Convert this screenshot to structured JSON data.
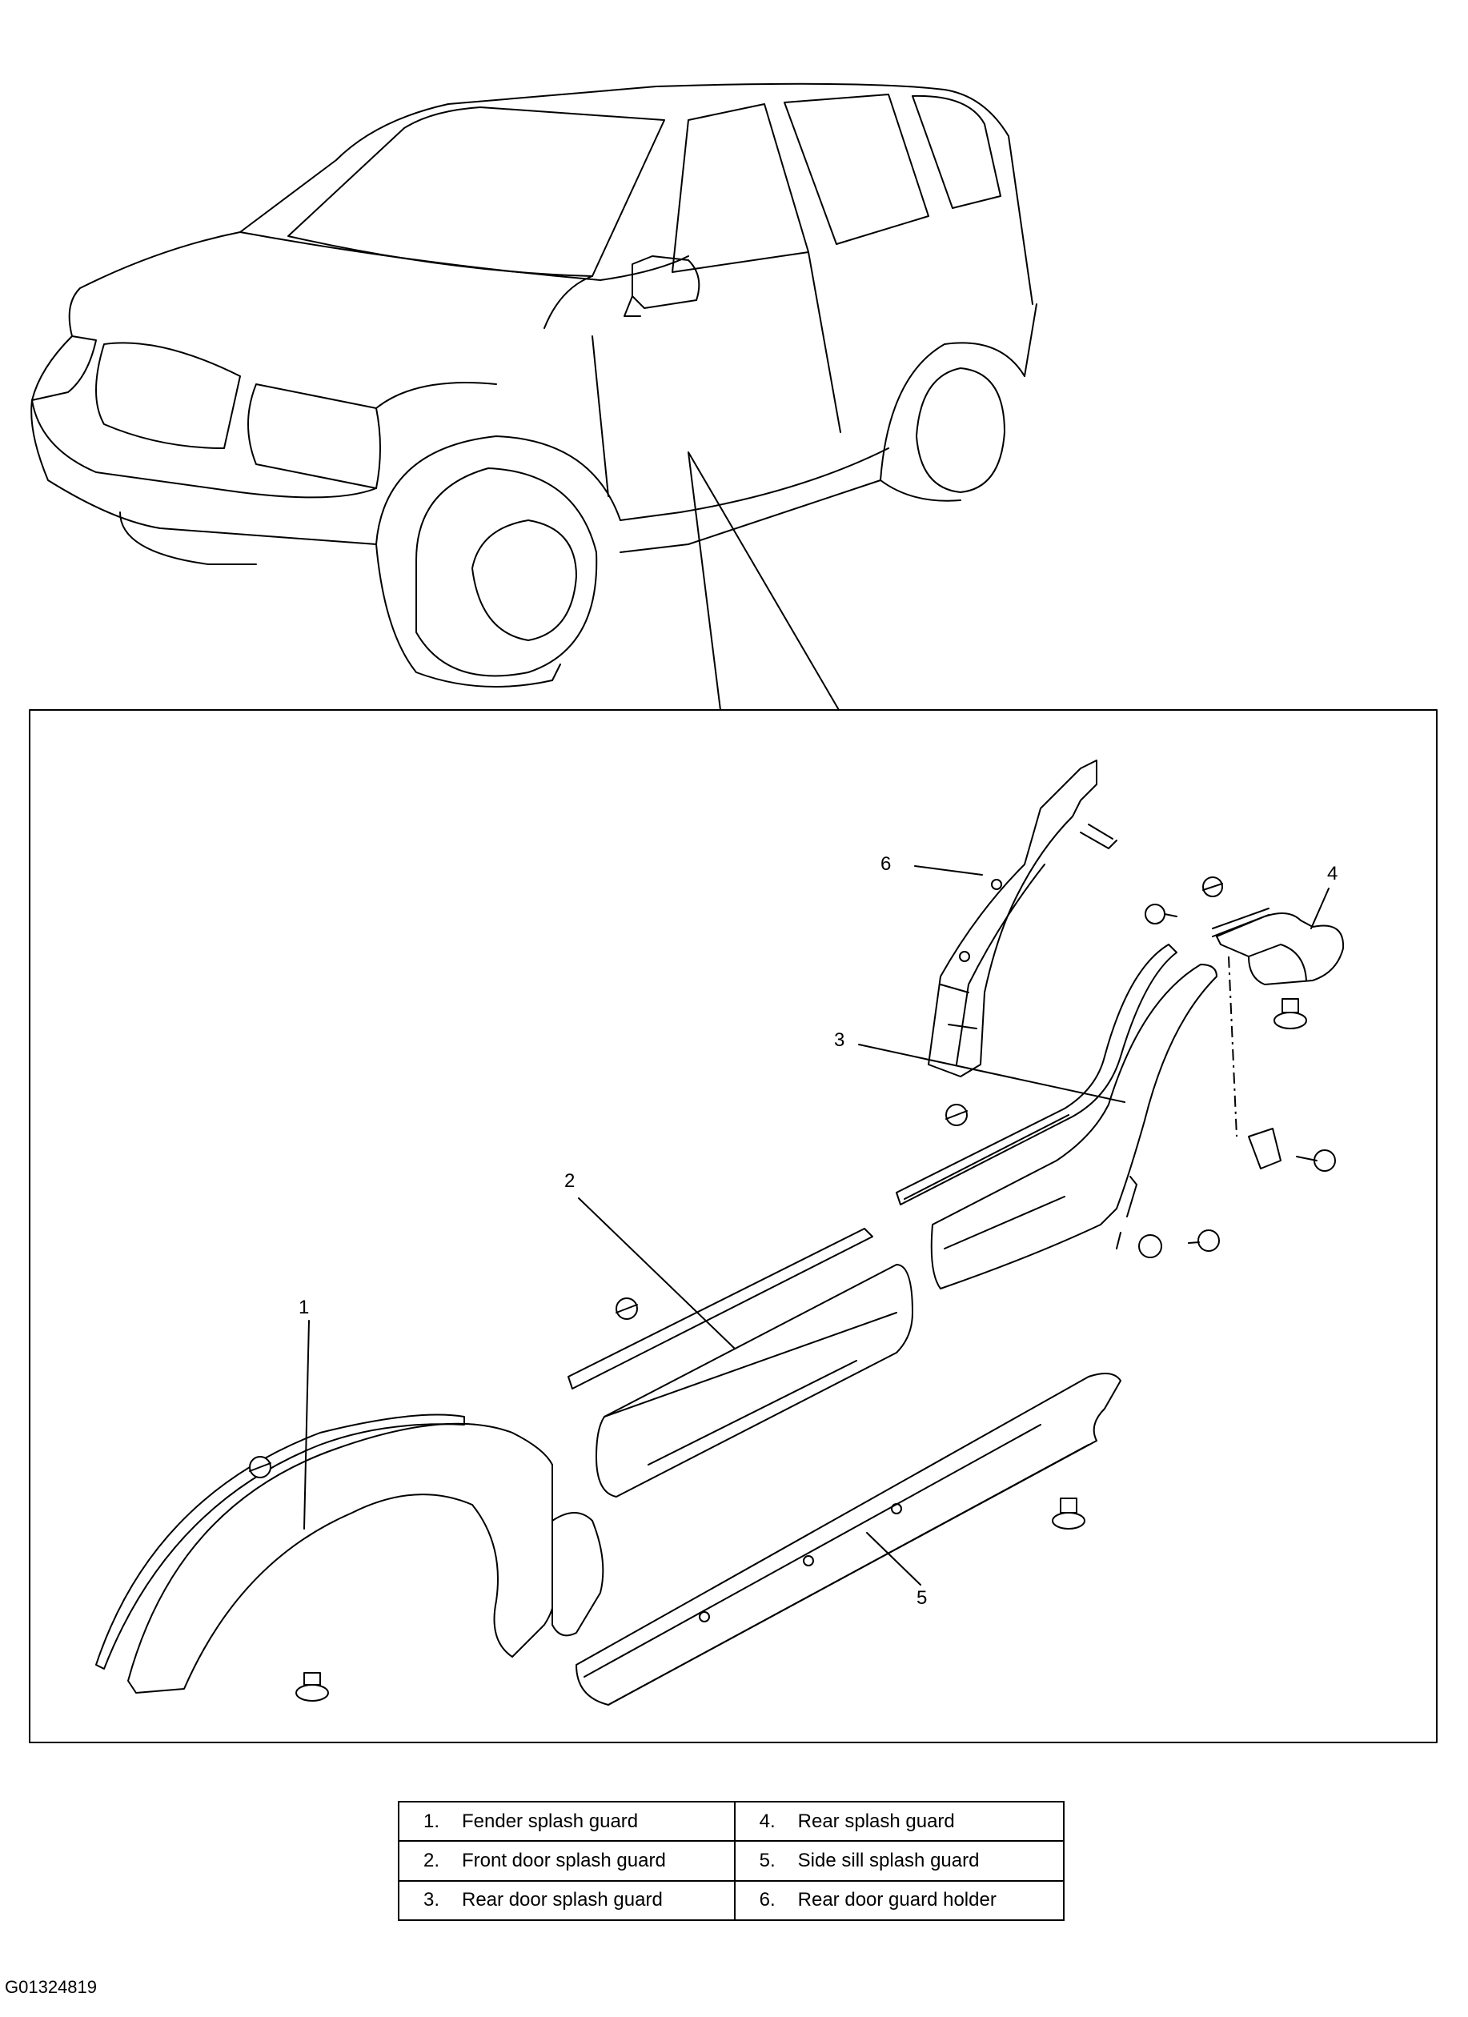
{
  "callouts": {
    "c1": "1",
    "c2": "2",
    "c3": "3",
    "c4": "4",
    "c5": "5",
    "c6": "6"
  },
  "legend": [
    {
      "num": "1.",
      "label": "Fender splash guard"
    },
    {
      "num": "2.",
      "label": "Front door splash guard"
    },
    {
      "num": "3.",
      "label": "Rear door splash guard"
    },
    {
      "num": "4.",
      "label": "Rear splash guard"
    },
    {
      "num": "5.",
      "label": "Side sill splash guard"
    },
    {
      "num": "6.",
      "label": "Rear door guard holder"
    }
  ],
  "figure_id": "G01324819"
}
